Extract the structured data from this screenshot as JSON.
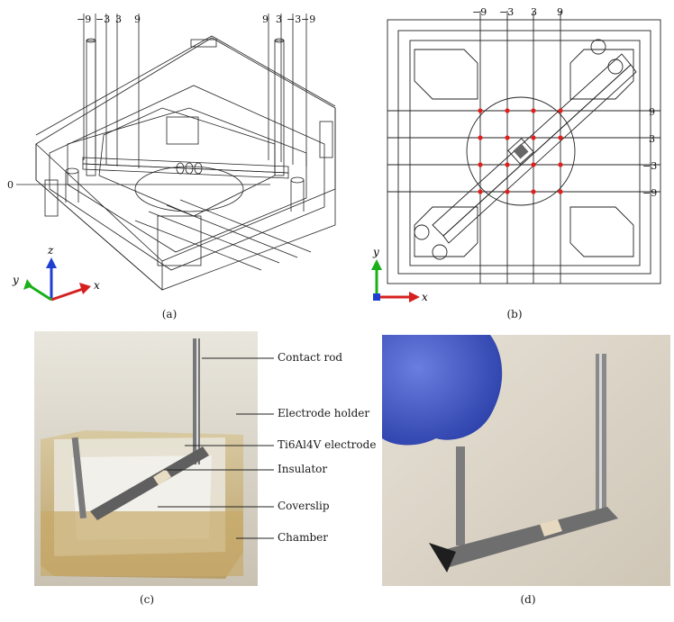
{
  "panels": {
    "a": {
      "caption": "(a)",
      "tick_labels_left": [
        "−9",
        "−3",
        "3",
        "9"
      ],
      "tick_labels_right": [
        "9",
        "3",
        "−3",
        "−9"
      ],
      "side_label": "0",
      "axes": {
        "x": "x",
        "y": "y",
        "z": "z"
      },
      "axis_colors": {
        "x": "#d62020",
        "y": "#19b019",
        "z": "#1f3fd0"
      }
    },
    "b": {
      "caption": "(b)",
      "top_ticks": [
        "−9",
        "−3",
        "3",
        "9"
      ],
      "right_ticks": [
        "9",
        "3",
        "−3",
        "−9"
      ],
      "axes": {
        "x": "x",
        "y": "y"
      },
      "marker_color": "#e0201c"
    },
    "c": {
      "caption": "(c)",
      "labels": {
        "contact_rod": "Contact rod",
        "electrode_holder": "Electrode holder",
        "electrode": "Ti6Al4V electrode",
        "insulator": "Insulator",
        "coverslip": "Coverslip",
        "chamber": "Chamber"
      }
    },
    "d": {
      "caption": "(d)"
    }
  }
}
